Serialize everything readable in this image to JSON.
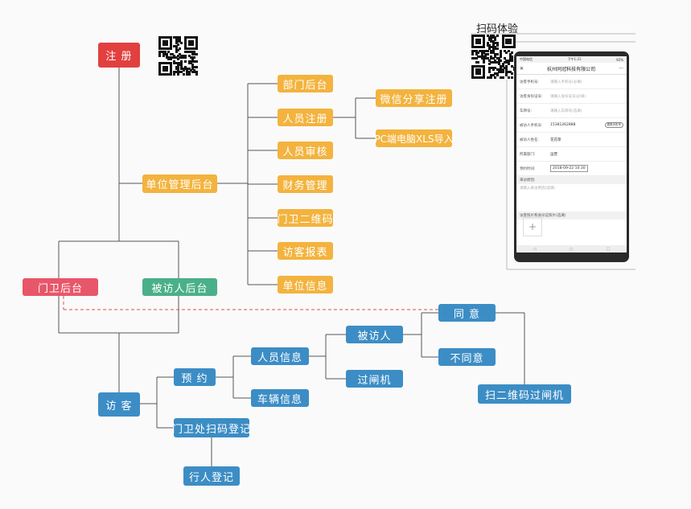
{
  "scan_label": "扫码体验",
  "nodes": {
    "register": "注 册",
    "unit_admin": "单位管理后台",
    "dept_backend": "部门后台",
    "person_register": "人员注册",
    "wechat_share_register": "微信分享注册",
    "pc_xls_import": "PC端电脑XLS导入",
    "person_review": "人员审核",
    "finance": "财务管理",
    "gate_qrcode": "门卫二维码",
    "visitor_report": "访客报表",
    "unit_info": "单位信息",
    "gate_backend": "门卫后台",
    "host_backend": "被访人后台",
    "visitor": "访 客",
    "appointment": "预 约",
    "person_info": "人员信息",
    "vehicle_info": "车辆信息",
    "visited_person": "被访人",
    "gate_machine": "过闸机",
    "agree": "同 意",
    "disagree": "不同意",
    "scan_pass": "扫二维码过闸机",
    "gate_scan_register": "门卫处扫码登记",
    "pedestrian_register": "行人登记"
  },
  "phone": {
    "status_left": "中国电信",
    "status_time": "下午1:21",
    "status_right": "92%",
    "close_icon": "✕",
    "title": "杭州同冠科技有限公司",
    "more_icon": "···",
    "fields": [
      {
        "label": "访客手机号:",
        "value": "请输入手机号(必填)"
      },
      {
        "label": "访客身份证号:",
        "value": "请输入身份证号(必填)"
      },
      {
        "label": "车牌号:",
        "value": "请输入车牌号(选填)"
      },
      {
        "label": "被访人手机号:",
        "value": "15381262888",
        "badge": "更换手机号"
      },
      {
        "label": "被访人姓名:",
        "value": "花花草"
      },
      {
        "label": "所属部门:",
        "value": "运营"
      },
      {
        "label": "预约时间:",
        "value": "2018-09-22 10:30"
      }
    ],
    "reason_label": "来访原因:",
    "reason_placeholder": "请输入来访原因(选填)",
    "upload_label": "访客照片和身份证照片(选填)",
    "plus": "+"
  },
  "colors": {
    "red": "#e2403f",
    "pink": "#e8566a",
    "orange": "#f3b33e",
    "teal": "#4ab08a",
    "blue": "#3c8dc5",
    "dashed_link": "#d9534f"
  }
}
